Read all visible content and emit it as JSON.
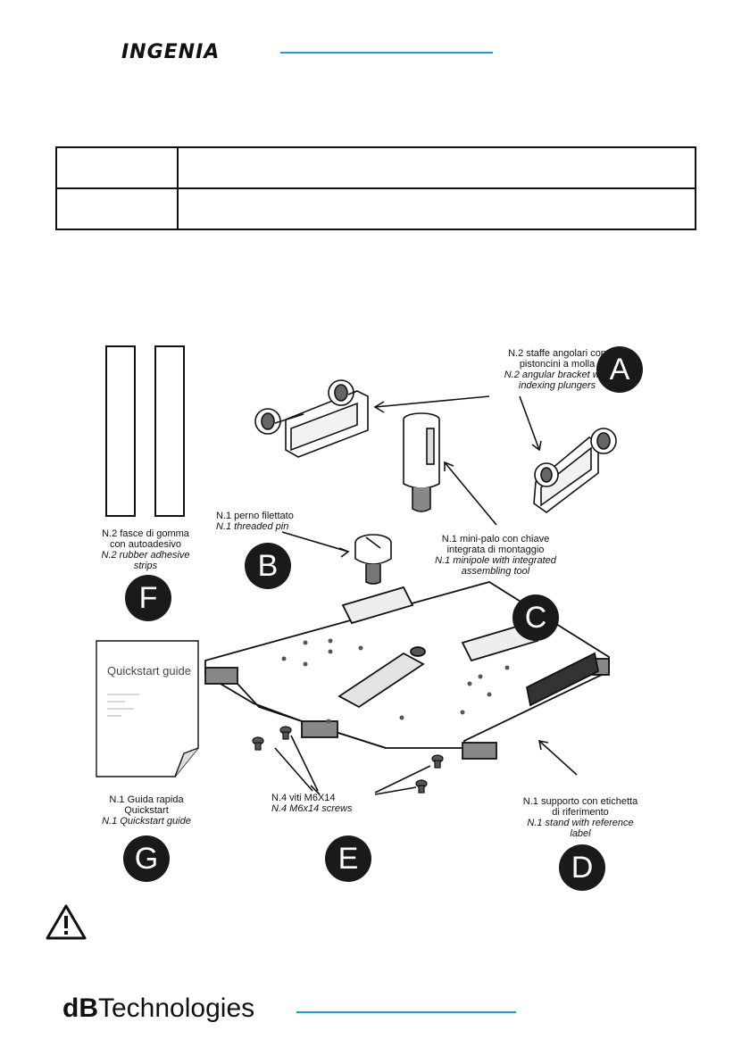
{
  "header": {
    "brand": "INGENIA"
  },
  "colors": {
    "rule": "#1e9bd7",
    "badge": "#1a1a1a"
  },
  "parts": {
    "A": {
      "letter": "A",
      "it": [
        "N.2 staffe angolari con",
        "pistoncini a molla"
      ],
      "en": [
        "N.2 angular bracket with",
        "indexing plungers"
      ]
    },
    "B": {
      "letter": "B",
      "it": [
        "N.1 perno filettato"
      ],
      "en": [
        "N.1 threaded pin"
      ]
    },
    "C": {
      "letter": "C",
      "it": [
        "N.1 mini-palo con chiave",
        "integrata di montaggio"
      ],
      "en": [
        "N.1 minipole with integrated",
        "assembling tool"
      ]
    },
    "D": {
      "letter": "D",
      "it": [
        "N.1 supporto con etichetta",
        "di riferimento"
      ],
      "en": [
        "N.1 stand with reference",
        "label"
      ]
    },
    "E": {
      "letter": "E",
      "it": [
        "N.4 viti M6X14"
      ],
      "en": [
        "N.4 M6x14 screws"
      ]
    },
    "F": {
      "letter": "F",
      "it": [
        "N.2 fasce di gomma",
        "con autoadesivo"
      ],
      "en": [
        "N.2 rubber adhesive",
        "strips"
      ]
    },
    "G": {
      "letter": "G",
      "it": [
        "N.1 Guida rapida",
        "Quickstart"
      ],
      "en": [
        "N.1 Quickstart guide"
      ]
    }
  },
  "quickstart_cover": {
    "title": "Quickstart guide"
  },
  "footer": {
    "brand_bold": "dB",
    "brand_rest": "Technologies"
  },
  "icons": [
    "warning-triangle-icon"
  ]
}
